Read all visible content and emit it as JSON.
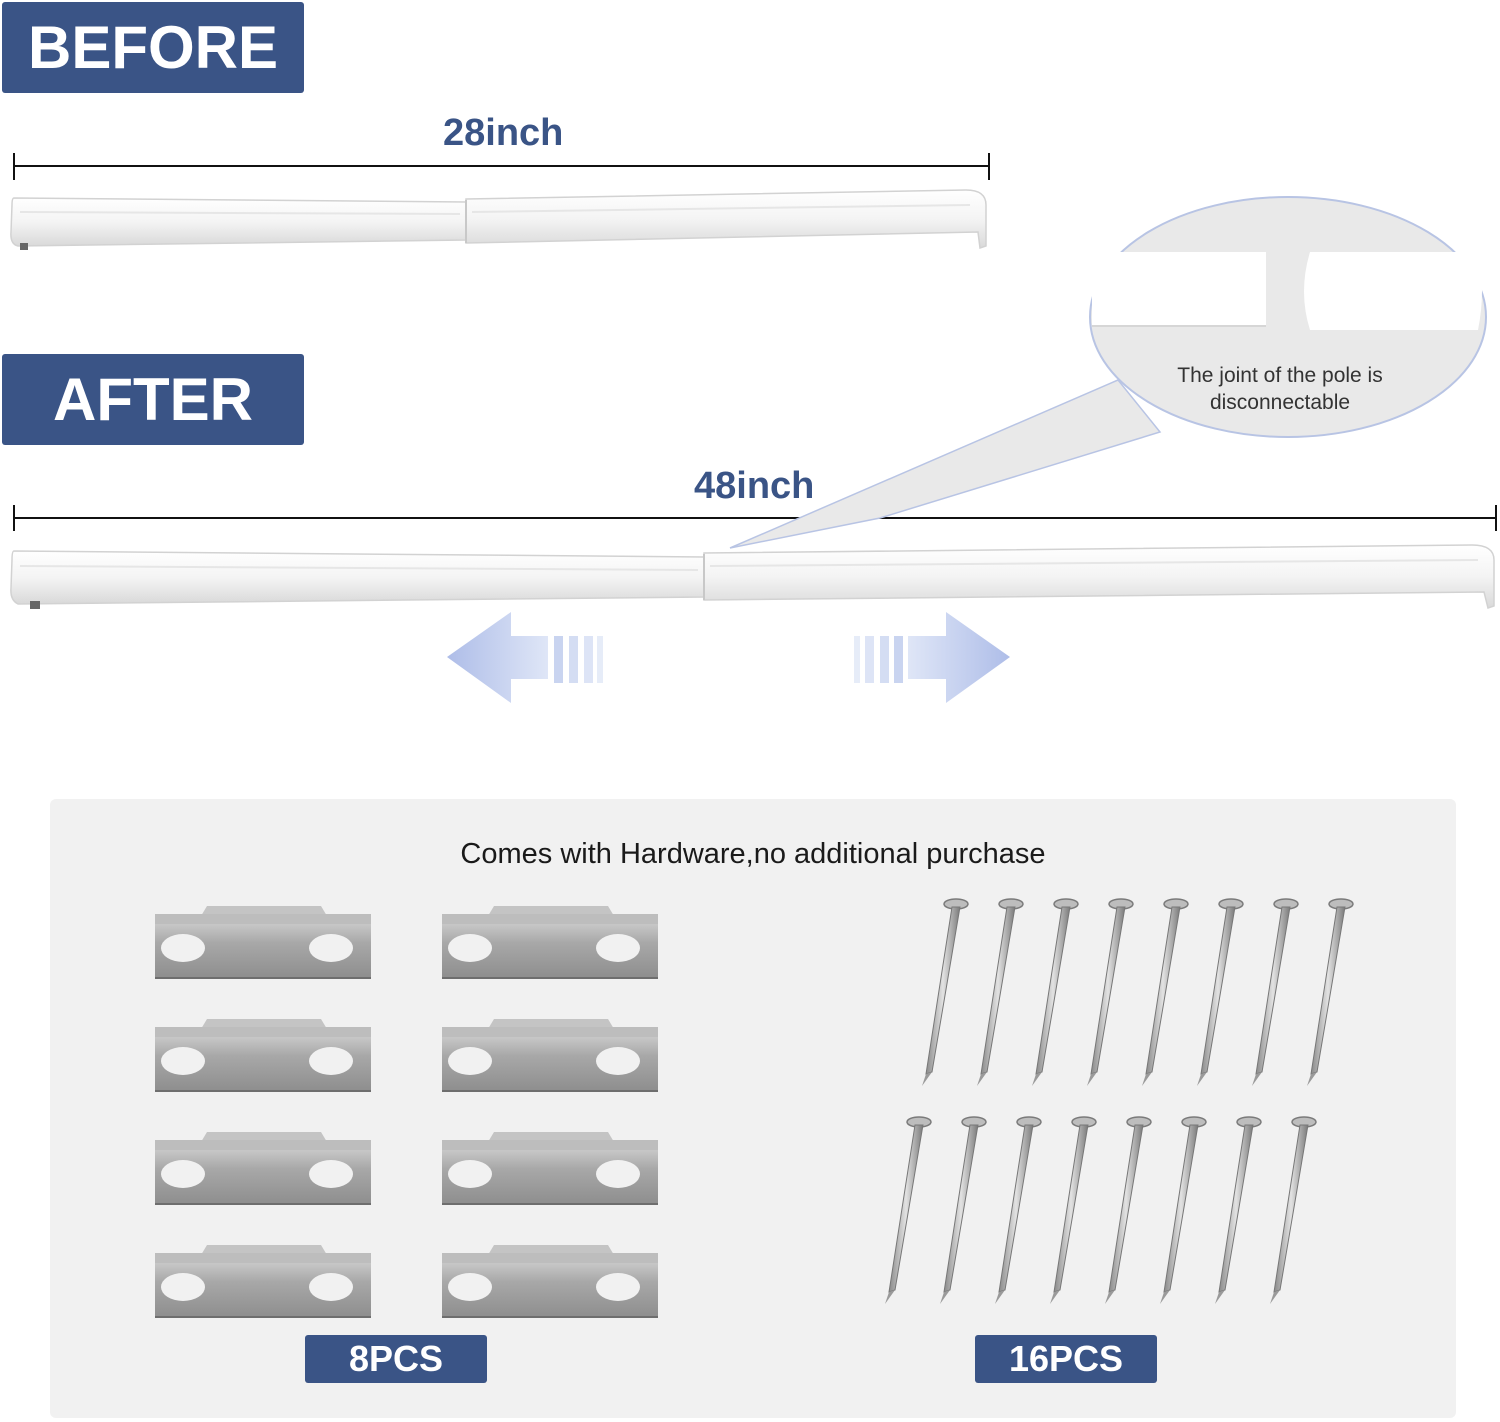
{
  "before": {
    "badge": "BEFORE",
    "length": "28inch"
  },
  "after": {
    "badge": "AFTER",
    "length": "48inch"
  },
  "callout": {
    "text": "The joint of the pole is disconnectable"
  },
  "hardware": {
    "caption": "Comes with Hardware,no additional purchase",
    "brackets": {
      "count_label": "8PCS",
      "quantity": 8
    },
    "nails": {
      "count_label": "16PCS",
      "quantity": 16
    }
  },
  "colors": {
    "badge": "#3a5486",
    "arrow": "#a9b9e6",
    "panel": "#f1f1f1"
  },
  "icons": [
    "arrow-left-icon",
    "arrow-right-icon",
    "bracket-icon",
    "nail-icon"
  ]
}
